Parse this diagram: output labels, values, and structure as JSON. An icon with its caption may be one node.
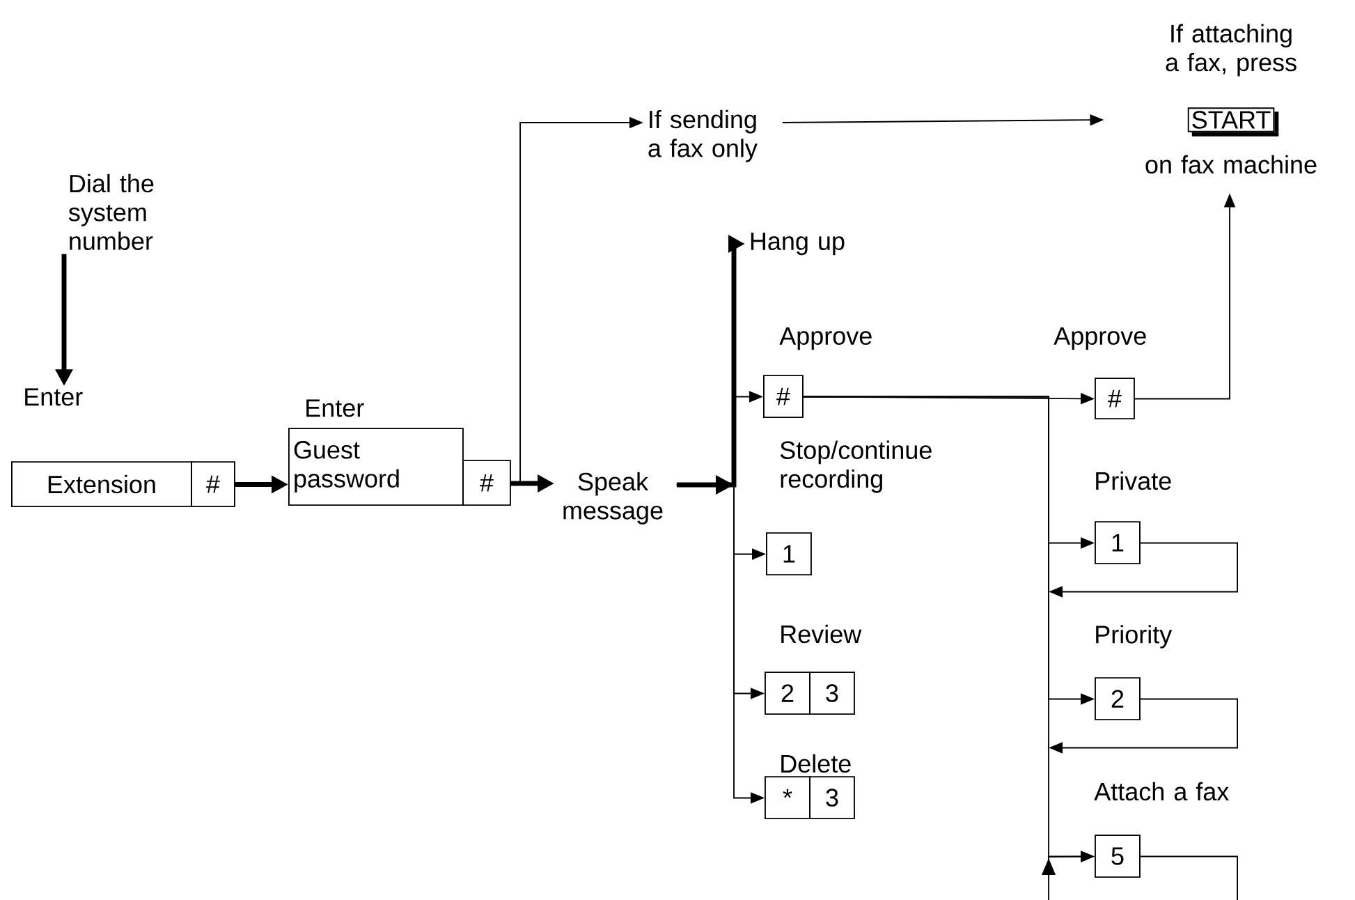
{
  "diagram": {
    "nodes": [
      {
        "text": [
          "Dial the system number"
        ]
      },
      {
        "text": [
          "Enter",
          "Extension",
          "#"
        ]
      },
      {
        "text": [
          "Enter",
          "Guest password",
          "#"
        ]
      },
      {
        "text": [
          "Speak message"
        ]
      },
      {
        "text": [
          "If sending a fax only"
        ]
      },
      {
        "text": [
          "If attaching a fax, press",
          "START",
          "on fax machine"
        ]
      },
      {
        "text": [
          "Hang up"
        ]
      },
      {
        "text": [
          "Approve",
          "#"
        ]
      },
      {
        "text": [
          "Stop/continue recording",
          "1"
        ]
      },
      {
        "text": [
          "Review",
          "2",
          "3"
        ]
      },
      {
        "text": [
          "Delete",
          "*",
          "3"
        ]
      },
      {
        "text": [
          "Approve",
          "#"
        ]
      },
      {
        "text": [
          "Private",
          "1"
        ]
      },
      {
        "text": [
          "Priority",
          "2"
        ]
      },
      {
        "text": [
          "Attach a fax",
          "5"
        ]
      }
    ],
    "edges": [
      {
        "from": 0,
        "to": 1,
        "arrow": "to",
        "style": "thick"
      },
      {
        "from": 1,
        "to": 2,
        "arrow": "to",
        "style": "thick"
      },
      {
        "from": 2,
        "to": 3,
        "arrow": "to",
        "style": "thick"
      },
      {
        "from": 2,
        "to": 4,
        "arrow": "to"
      },
      {
        "from": 4,
        "to": 5,
        "arrow": "to"
      },
      {
        "from": 3,
        "to": 6,
        "arrow": "to",
        "style": "thick"
      },
      {
        "from": 3,
        "to": 7,
        "arrow": "to"
      },
      {
        "from": 3,
        "to": 8,
        "arrow": "to"
      },
      {
        "from": 3,
        "to": 9,
        "arrow": "to"
      },
      {
        "from": 3,
        "to": 10,
        "arrow": "to"
      },
      {
        "from": 7,
        "to": 11,
        "arrow": "to"
      },
      {
        "from": 7,
        "to": 12,
        "arrow": "to"
      },
      {
        "from": 7,
        "to": 13,
        "arrow": "to"
      },
      {
        "from": 7,
        "to": 14,
        "arrow": "to"
      },
      {
        "from": 11,
        "to": 5,
        "arrow": "to"
      },
      {
        "from": 12,
        "to": null,
        "arrow": "to"
      },
      {
        "from": 13,
        "to": null,
        "arrow": "to"
      },
      {
        "from": 14,
        "to": null,
        "arrow": "none"
      },
      {
        "from": null,
        "to": 14,
        "arrow": "to"
      }
    ]
  }
}
